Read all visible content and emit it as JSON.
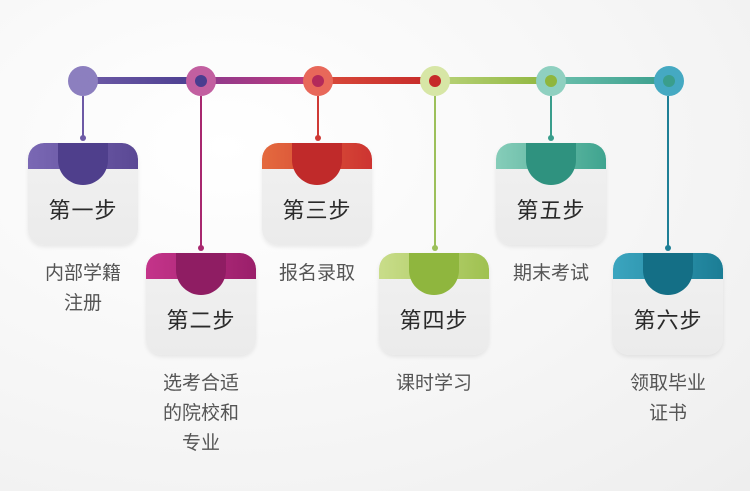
{
  "steps": [
    {
      "title": "第一步",
      "desc_lines": [
        "内部学籍",
        "注册"
      ],
      "color": "#5d4c9a"
    },
    {
      "title": "第二步",
      "desc_lines": [
        "选考合适",
        "的院校和",
        "专业"
      ],
      "color": "#a8286f"
    },
    {
      "title": "第三步",
      "desc_lines": [
        "报名录取"
      ],
      "color": "#cf3a36"
    },
    {
      "title": "第四步",
      "desc_lines": [
        "课时学习"
      ],
      "color": "#8fb63e"
    },
    {
      "title": "第五步",
      "desc_lines": [
        "期末考试"
      ],
      "color": "#3a9e8c"
    },
    {
      "title": "第六步",
      "desc_lines": [
        "领取毕业",
        "证书"
      ],
      "color": "#1e7f96"
    }
  ]
}
